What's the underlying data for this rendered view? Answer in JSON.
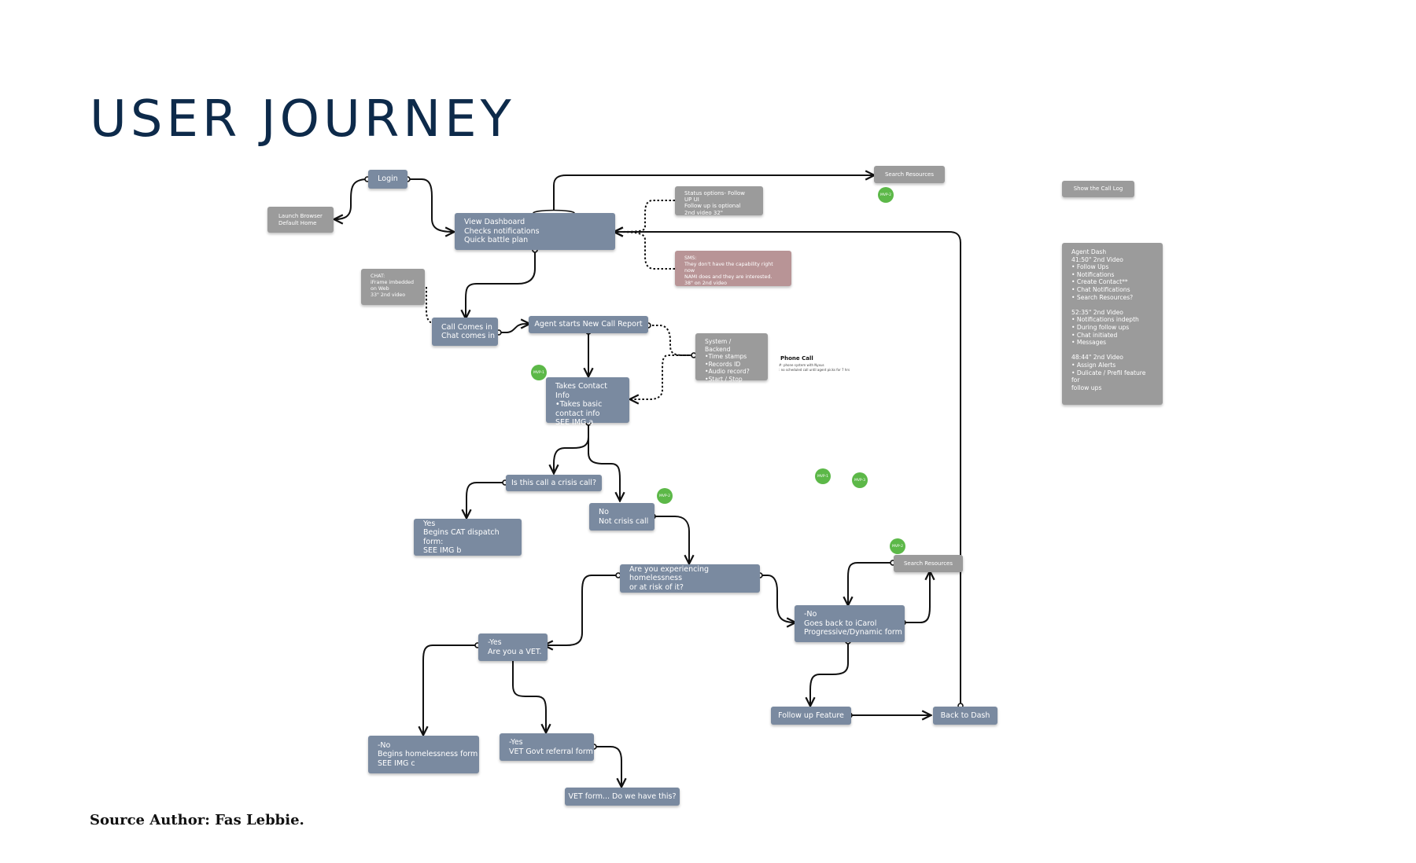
{
  "page": {
    "title": "USER JOURNEY",
    "source_author": "Source Author: Fas Lebbie."
  },
  "nodes": {
    "login": "Login",
    "launch_browser": "Launch Browser\nDefault Home",
    "view_dashboard": "View Dashboard\nChecks notifications\nQuick battle plan",
    "search_resources_top": "Search Resources",
    "status_options": "Status options- Follow UP UI\nFollow up is optional\n2nd video 32\"",
    "sms": "SMS:\nThey don't have the capability right now\nNAMI does and they are interested.\n38\" on 2nd video",
    "chat": "CHAT:\niFrame imbedded\non Web\n33\" 2nd video",
    "call_comes_in": "Call Comes in\nChat comes in",
    "agent_starts_report": "Agent starts New Call Report",
    "system_backend": "System / Backend\n•Time stamps\n•Records ID\n•Audio record?\n•Start / Stop Time",
    "takes_contact_info": "Takes Contact Info\n•Takes basic\ncontact info\nSEE IMG a",
    "is_crisis_call": "Is this call a crisis call?",
    "yes_cat_dispatch": "Yes\nBegins CAT dispatch form:\nSEE IMG b",
    "no_crisis_call": "No\nNot crisis call",
    "homelessness_question": "Are you experiencing homelessness\nor at risk of it?",
    "yes_are_you_vet": "-Yes\nAre you a VET.",
    "no_homelessness_form": "-No\nBegins homelessness form\nSEE IMG c",
    "yes_vet_referral": "-Yes\nVET Govt referral form",
    "vet_form": "VET form... Do we have this?",
    "no_back_to_icarol": "-No\nGoes back to iCarol\nProgressive/Dynamic form",
    "search_resources_right": "Search Resources",
    "follow_up_feature": "Follow up Feature",
    "back_to_dash": "Back to Dash",
    "show_call_log": "Show the Call Log"
  },
  "agent_dash_note": "Agent Dash\n41:50\" 2nd Video\n• Follow Ups\n• Notifications\n• Create Contact**\n• Chat Notifications\n• Search Resources?\n\n52:35\" 2nd Video\n• Notifications indepth\n• During follow ups\n• Chat initiated\n• Messages\n\n48:44\" 2nd Video\n• Assign Alerts\n• Dulicate / Prefil feature for\nfollow ups",
  "phone_call": {
    "heading": "Phone Call",
    "sub": "#: phone system with Nyxus\n: no scheduled call until agent picks for 7 hrs"
  },
  "badges": {
    "b1": "MVP-2",
    "b2": "MVP-1",
    "b3": "MVP-2",
    "b4": "MVP-1",
    "b5": "MVP-3",
    "b6": "MVP-2"
  },
  "colors": {
    "node_fill": "#7a8aa0",
    "grey_fill": "#9b9b9b",
    "pink_fill": "#b89496",
    "badge_green": "#5cb848",
    "title_navy": "#0d2a4a"
  }
}
